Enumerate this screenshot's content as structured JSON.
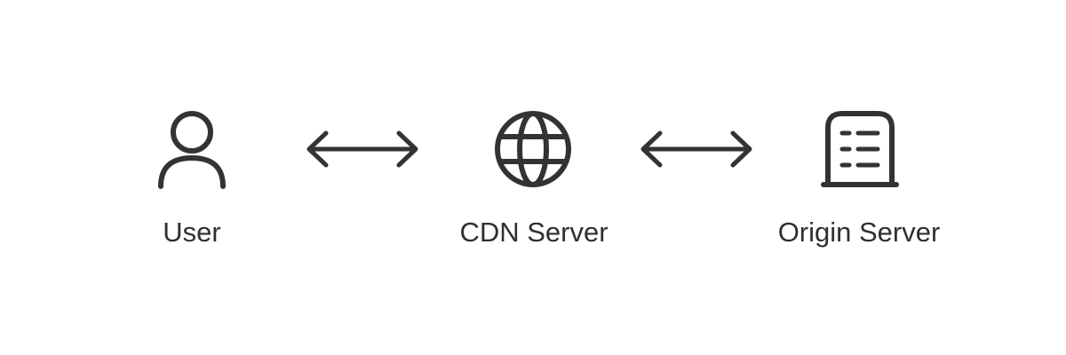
{
  "colors": {
    "stroke": "#333333",
    "text": "#2f2f2f",
    "background": "#ffffff"
  },
  "nodes": [
    {
      "label": "User",
      "icon": "user-icon"
    },
    {
      "label": "CDN Server",
      "icon": "globe-icon"
    },
    {
      "label": "Origin Server",
      "icon": "server-icon"
    }
  ],
  "connections": [
    {
      "from": "User",
      "to": "CDN Server",
      "type": "bidirectional-arrow"
    },
    {
      "from": "CDN Server",
      "to": "Origin Server",
      "type": "bidirectional-arrow"
    }
  ]
}
